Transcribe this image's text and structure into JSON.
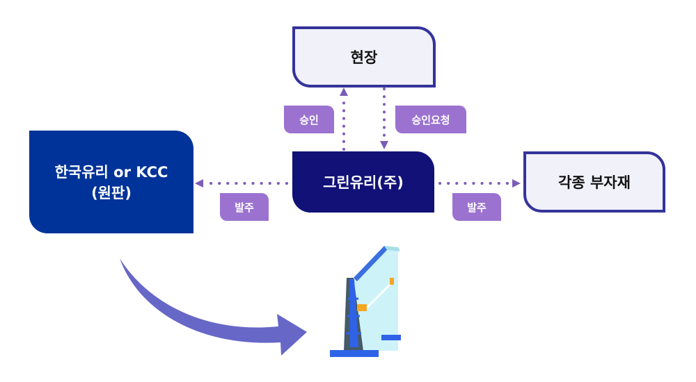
{
  "nodes": {
    "site": "현장",
    "green_glass": "그린유리(주)",
    "supplier_line1": "한국유리 or KCC",
    "supplier_line2": "(원판)",
    "materials": "각종 부자재"
  },
  "labels": {
    "approval": "승인",
    "approval_request": "승인요청",
    "order_left": "발주",
    "order_right": "발주"
  },
  "colors": {
    "light_node_bg": "#f1f1f9",
    "light_node_border": "#35339a",
    "green_glass_bg": "#111177",
    "supplier_bg": "#003399",
    "tag_bg": "#9b72cf",
    "connector": "#7b5cb8",
    "curved_arrow": "#6767c8"
  }
}
